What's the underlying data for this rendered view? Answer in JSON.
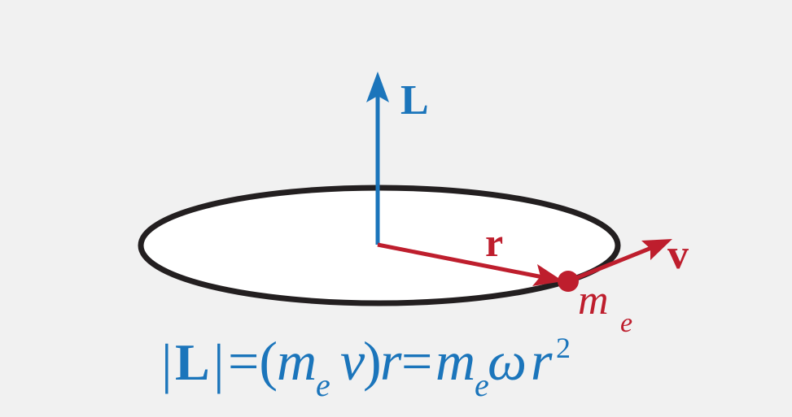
{
  "colors": {
    "background": "#f1f1f1",
    "blue": "#1b75bb",
    "red": "#be1e2d",
    "orbit": "#231f20",
    "disk": "#ffffff"
  },
  "labels": {
    "angular_momentum": "L",
    "radius": "r",
    "velocity": "v",
    "mass": "m",
    "mass_sub": "e"
  },
  "formula": {
    "bar_open": "|",
    "L": "L",
    "bar_close": "|",
    "eq1": "=(",
    "m1": "m",
    "e1": "e",
    "v": "v",
    "close": ")",
    "r1": "r",
    "eq2": "=",
    "m2": "m",
    "e2": "e",
    "omega": "ω",
    "r2": "r",
    "exp": "2"
  }
}
